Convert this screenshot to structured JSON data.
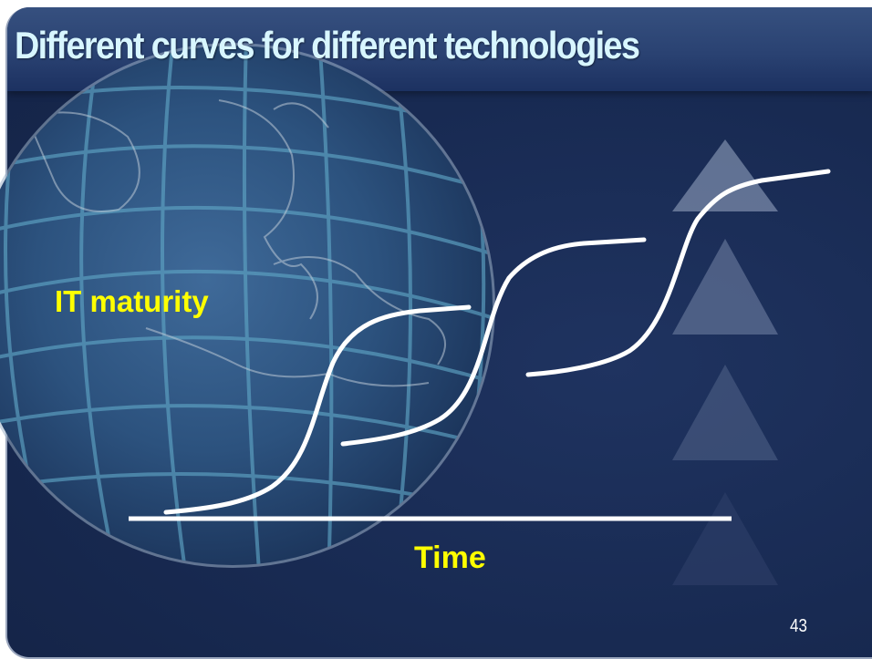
{
  "slide": {
    "title": "Different curves for different technologies",
    "y_axis_label": "IT maturity",
    "x_axis_label": "Time",
    "page_number": "43"
  },
  "colors": {
    "background": "#182a52",
    "title_bar": "#2a4272",
    "title_text": "#d8f6ff",
    "label_text": "#ffff00",
    "curve": "#ffffff",
    "triangle": "#5d6f93"
  },
  "diagram": {
    "type": "three S-shaped maturity curves over a time axis",
    "curve_count": 3,
    "decorations": [
      "globe-background",
      "four fading triangles"
    ]
  }
}
